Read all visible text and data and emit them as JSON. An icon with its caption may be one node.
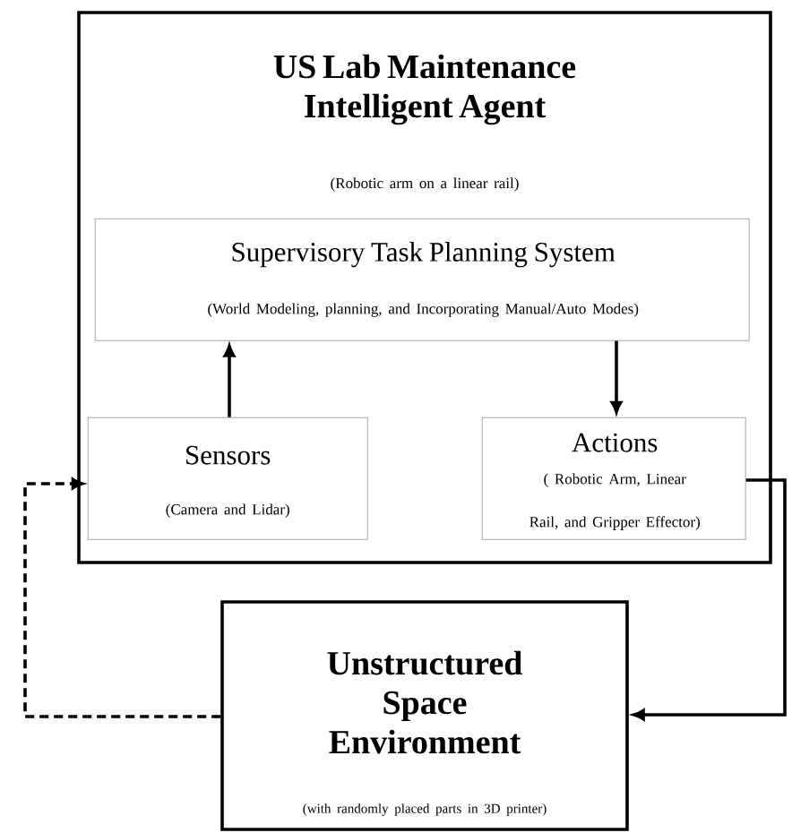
{
  "diagram": {
    "nodes": [
      {
        "text": [
          "US Lab Maintenance Intelligent Agent",
          "(Robotic arm on a linear rail)"
        ]
      },
      {
        "text": [
          "Supervisory Task Planning System",
          "(World Modeling, planning, and Incorporating Manual/Auto Modes)"
        ],
        "in": 0
      },
      {
        "text": [
          "Sensors",
          "(Camera and Lidar)"
        ],
        "in": 0
      },
      {
        "text": [
          "Actions",
          "( Robotic Arm, Linear Rail, and Gripper Effector)"
        ],
        "in": 0
      },
      {
        "text": [
          "Unstructured Space Environment",
          "(with randomly placed parts in 3D printer)"
        ]
      }
    ],
    "edges": [
      {
        "from": 2,
        "to": 1,
        "arrow": "to"
      },
      {
        "from": 1,
        "to": 3,
        "arrow": "to"
      },
      {
        "from": 3,
        "to": 4,
        "arrow": "to"
      },
      {
        "from": 4,
        "to": 2,
        "arrow": "to",
        "style": "dashed"
      }
    ]
  }
}
